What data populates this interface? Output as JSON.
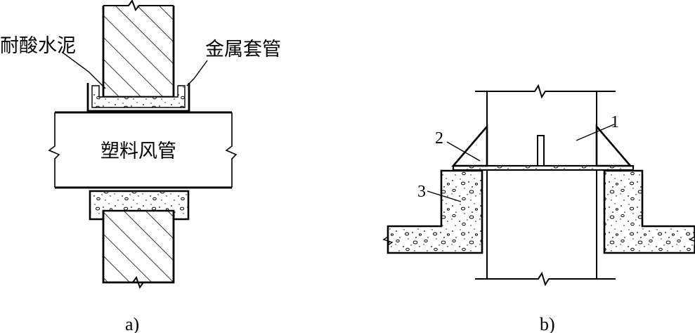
{
  "figure_a": {
    "label_cement": "耐酸水泥",
    "label_sleeve": "金属套管",
    "label_duct": "塑料风管",
    "caption": "a)"
  },
  "figure_b": {
    "label_1": "1",
    "label_2": "2",
    "label_3": "3",
    "caption": "b)"
  },
  "colors": {
    "line": "#000000",
    "background": "#ffffff"
  }
}
